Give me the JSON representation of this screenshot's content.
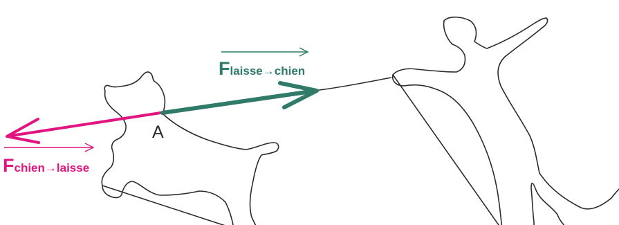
{
  "colors": {
    "pull_force": "#2f7a68",
    "reaction_force": "#e0157f",
    "outline": "#2b2b2b"
  },
  "point_label": "A",
  "force_leash_on_dog": {
    "symbol": "F",
    "subscript_from": "laisse",
    "subscript_arrow": "→",
    "subscript_to": "chien"
  },
  "force_dog_on_leash": {
    "symbol": "F",
    "subscript_from": "chien",
    "subscript_arrow": "→",
    "subscript_to": "laisse"
  }
}
